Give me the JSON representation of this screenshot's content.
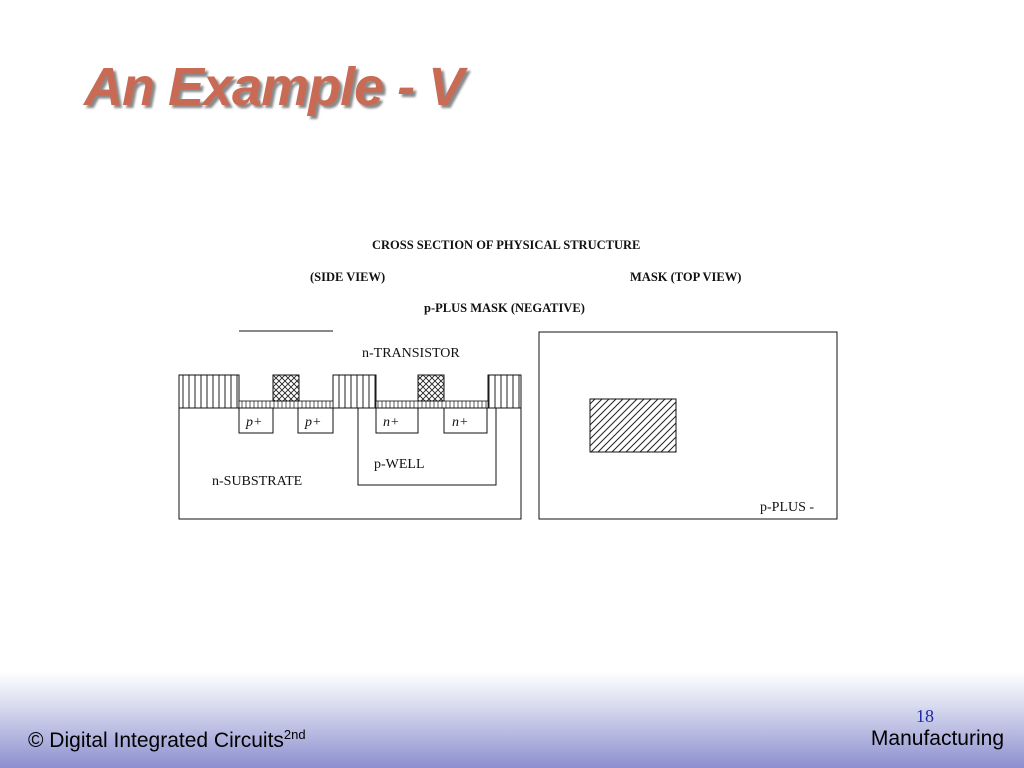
{
  "slide": {
    "title": "An Example - V"
  },
  "diagram": {
    "heading": "CROSS SECTION OF PHYSICAL STRUCTURE",
    "side_view": "(SIDE VIEW)",
    "top_view": "MASK (TOP VIEW)",
    "mask_name": "p-PLUS MASK (NEGATIVE)",
    "transistor": "n-TRANSISTOR",
    "p_plus": "p+",
    "n_plus": "n+",
    "p_well": "p-WELL",
    "n_substrate": "n-SUBSTRATE",
    "mask_label": "p-PLUS -"
  },
  "footer": {
    "copyright": "© Digital Integrated Circuits",
    "edition": "2nd",
    "page": "18",
    "chapter": "Manufacturing"
  }
}
